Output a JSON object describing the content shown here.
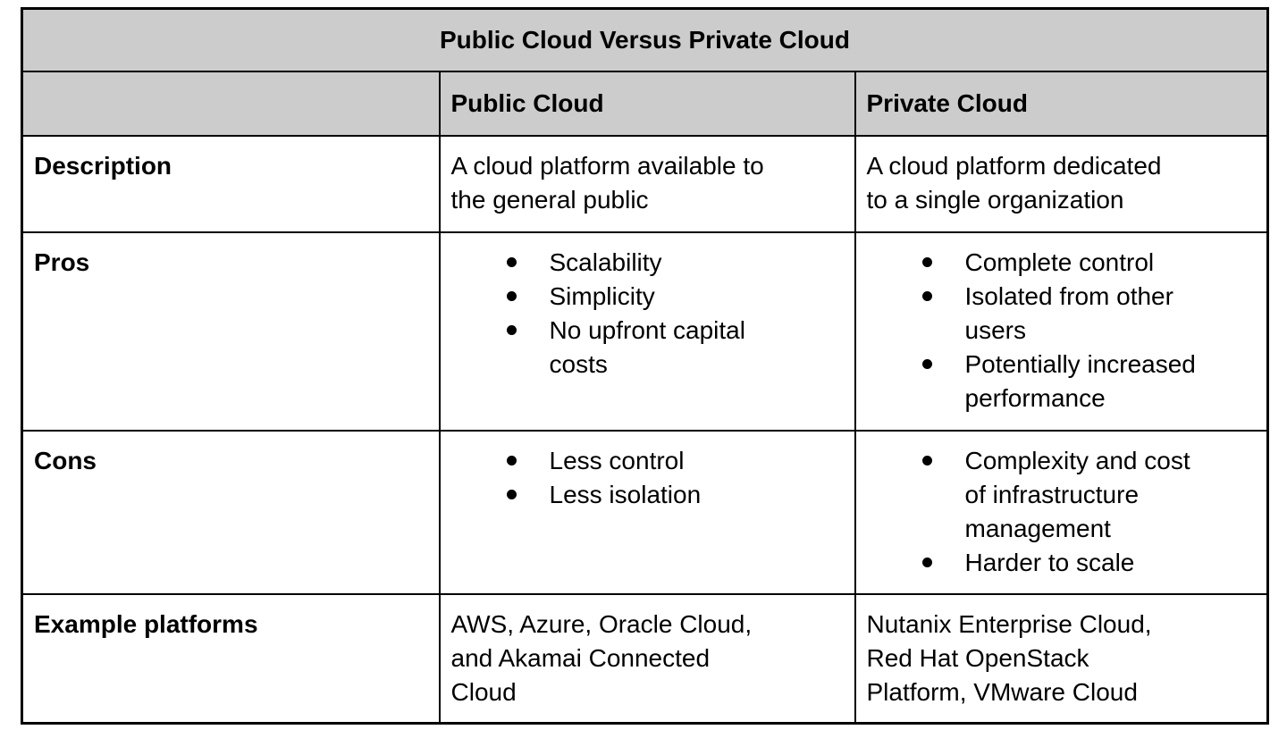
{
  "title": "Public Cloud Versus Private Cloud",
  "header": {
    "col1": "",
    "col2": "Public Cloud",
    "col3": "Private Cloud"
  },
  "rows": {
    "description": {
      "label": "Description",
      "public": "A cloud platform available to\nthe general public",
      "private": "A cloud platform dedicated\nto a single organization"
    },
    "pros": {
      "label": "Pros",
      "public": [
        "Scalability",
        "Simplicity",
        "No upfront capital\ncosts"
      ],
      "private": [
        "Complete control",
        "Isolated from other\nusers",
        "Potentially increased\nperformance"
      ]
    },
    "cons": {
      "label": "Cons",
      "public": [
        "Less control",
        "Less isolation"
      ],
      "private": [
        "Complexity and cost\nof infrastructure\nmanagement",
        "Harder to scale"
      ]
    },
    "examples": {
      "label": "Example platforms",
      "public": "AWS, Azure, Oracle Cloud,\nand Akamai Connected\nCloud",
      "private": "Nutanix Enterprise Cloud,\nRed Hat OpenStack\nPlatform, VMware Cloud"
    }
  },
  "colors": {
    "header_bg": "#cccccc",
    "border": "#000000",
    "text": "#000000",
    "page_bg": "#ffffff"
  }
}
